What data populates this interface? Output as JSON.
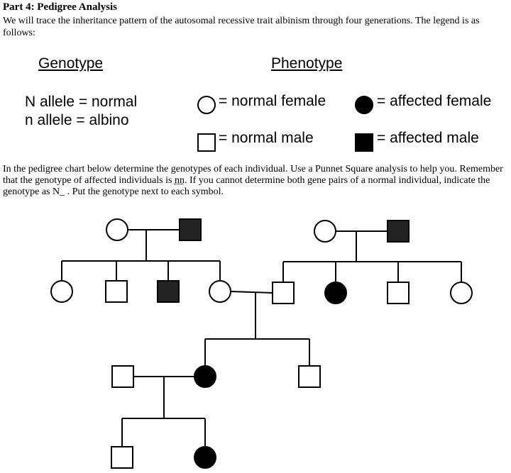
{
  "header": {
    "part_title": "Part 4: Pedigree Analysis",
    "intro": "We will trace the inheritance pattern of the autosomal recessive trait albinism through four generations. The legend is as follows:"
  },
  "legend": {
    "genotype_header": "Genotype",
    "phenotype_header": "Phenotype",
    "allele_N": "N allele = normal",
    "allele_n": "n allele  = albino",
    "normal_female": "= normal female",
    "affected_female": "= affected female",
    "normal_male": "= normal male",
    "affected_male": "= affected male"
  },
  "instructions": {
    "text_1": "In the pedigree chart below determine the genotypes of each individual. Use a Punnet Square analysis to help you. Remember that the genotype of affected individuals is ",
    "nn": "nn",
    "text_2": ". If you cannot determine both gene pairs of a normal individual, indicate the genotype as N_ . Put the genotype next to each symbol."
  },
  "pedigree": {
    "generation_1": [
      {
        "id": "g1-left-female",
        "sex": "female",
        "affected": false
      },
      {
        "id": "g1-left-male",
        "sex": "male",
        "affected": true
      },
      {
        "id": "g1-right-female",
        "sex": "female",
        "affected": false
      },
      {
        "id": "g1-right-male",
        "sex": "male",
        "affected": true
      }
    ],
    "generation_2": [
      {
        "id": "g2-1",
        "sex": "female",
        "affected": false
      },
      {
        "id": "g2-2",
        "sex": "male",
        "affected": false
      },
      {
        "id": "g2-3",
        "sex": "male",
        "affected": true
      },
      {
        "id": "g2-4",
        "sex": "female",
        "affected": false
      },
      {
        "id": "g2-5",
        "sex": "male",
        "affected": false
      },
      {
        "id": "g2-6",
        "sex": "female",
        "affected": true
      },
      {
        "id": "g2-7",
        "sex": "male",
        "affected": false
      },
      {
        "id": "g2-8",
        "sex": "female",
        "affected": false
      }
    ],
    "generation_3": [
      {
        "id": "g3-spouse-male",
        "sex": "male",
        "affected": false
      },
      {
        "id": "g3-female",
        "sex": "female",
        "affected": true
      },
      {
        "id": "g3-male",
        "sex": "male",
        "affected": false
      }
    ],
    "generation_4": [
      {
        "id": "g4-male",
        "sex": "male",
        "affected": false
      },
      {
        "id": "g4-female",
        "sex": "female",
        "affected": true
      }
    ]
  }
}
